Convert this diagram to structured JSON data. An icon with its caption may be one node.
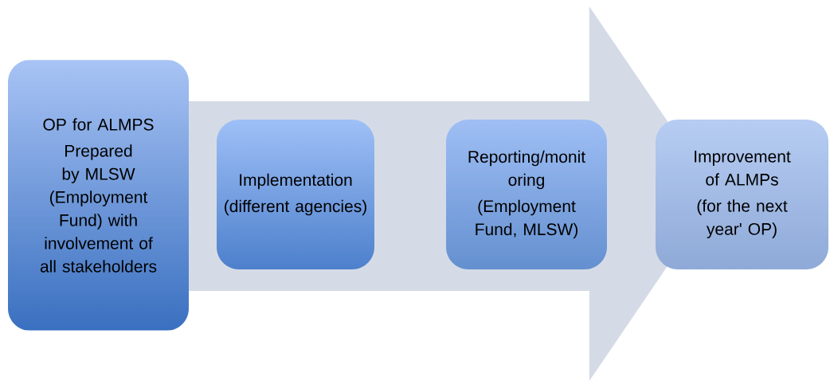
{
  "diagram": {
    "nodes": [
      {
        "text": [
          "OP for ALMPS",
          "Prepared by MLSW (Employment Fund) with involvement of all stakeholders"
        ]
      },
      {
        "text": [
          "Implementation",
          "(different agencies)"
        ]
      },
      {
        "text": [
          "Reporting/monit oring",
          "(Employment Fund, MLSW)"
        ]
      },
      {
        "text": [
          "Improvement of ALMPs",
          "(for the next year' OP)"
        ]
      }
    ],
    "edges": [
      {
        "from": 0,
        "to": 3,
        "arrow": "to"
      }
    ]
  }
}
